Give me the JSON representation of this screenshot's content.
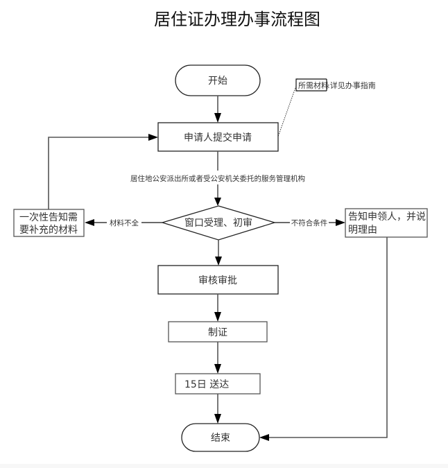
{
  "title": "居住证办理办事流程图",
  "nodes": {
    "start": "开始",
    "submit": "申请人提交申请",
    "review": "窗口受理、初审",
    "supplement_line1": "一次性告知需",
    "supplement_line2": "要补充的材料",
    "notify_line1": "告知申领人，并说",
    "notify_line2": "明理由",
    "approve": "审核审批",
    "make": "制证",
    "deliver": "15日 送达",
    "end": "结束"
  },
  "annotation": {
    "label": "所需材料",
    "text": ":详见办事指南"
  },
  "edge_labels": {
    "agency": "居住地公安派出所或者受公安机关委托的服务管理机构",
    "incomplete": "材料不全",
    "not_eligible": "不符合条件"
  }
}
